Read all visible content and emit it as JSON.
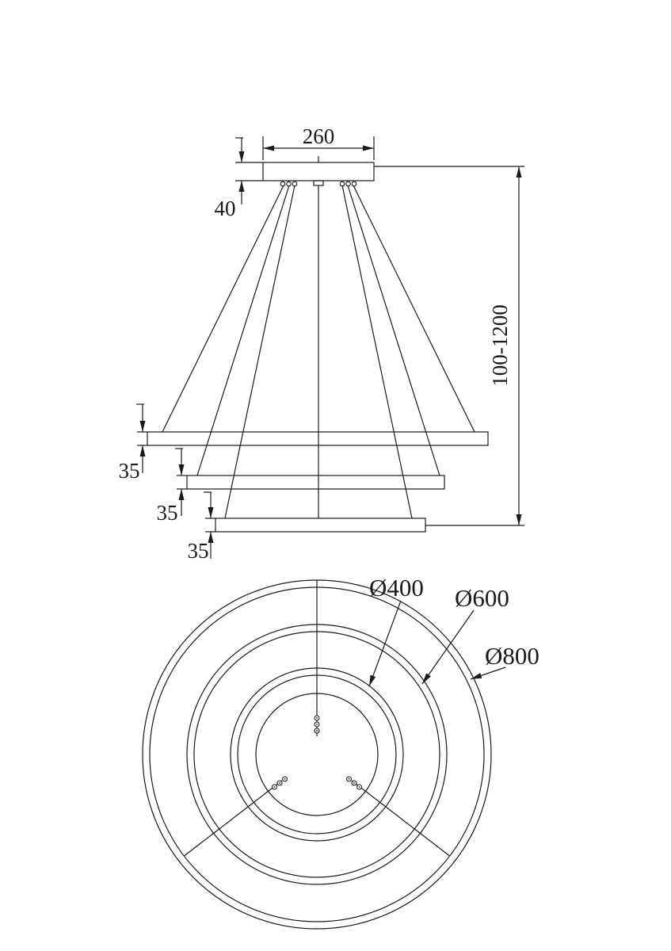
{
  "drawing": {
    "colors": {
      "line": "#1a1a1a",
      "background": "#ffffff"
    },
    "side_view": {
      "canopy_width": "260",
      "canopy_height": "40",
      "suspension_height_range": "100-1200",
      "ring_heights": [
        "35",
        "35",
        "35"
      ]
    },
    "plan_view": {
      "ring_diameters": [
        "Ø400",
        "Ø600",
        "Ø800"
      ]
    }
  }
}
